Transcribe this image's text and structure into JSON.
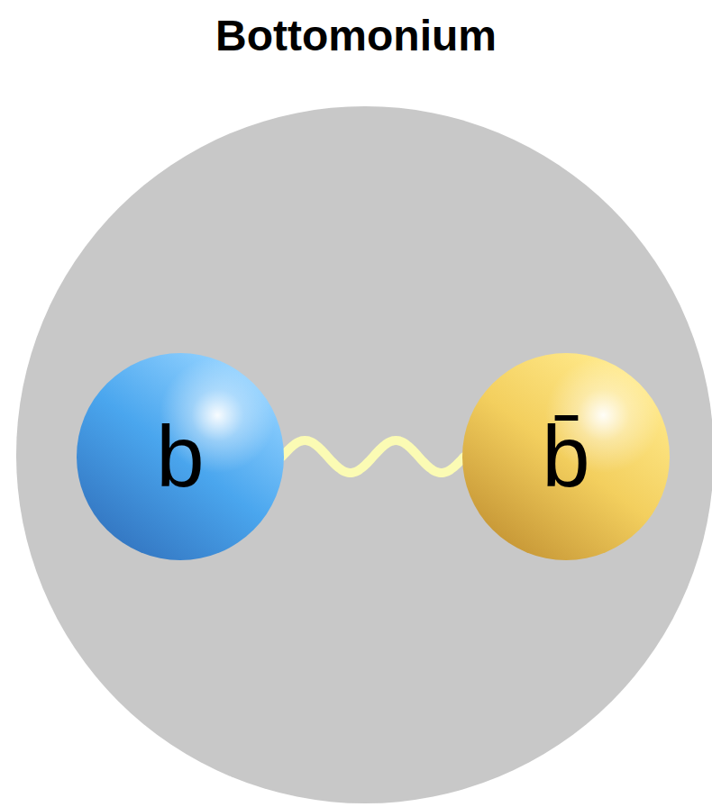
{
  "diagram": {
    "title": "Bottomonium",
    "nodes": [
      {
        "text": [
          "b"
        ]
      },
      {
        "text": [
          "b̄"
        ]
      }
    ],
    "edges": [
      {
        "from": 0,
        "to": 1,
        "arrow": "none"
      }
    ]
  }
}
